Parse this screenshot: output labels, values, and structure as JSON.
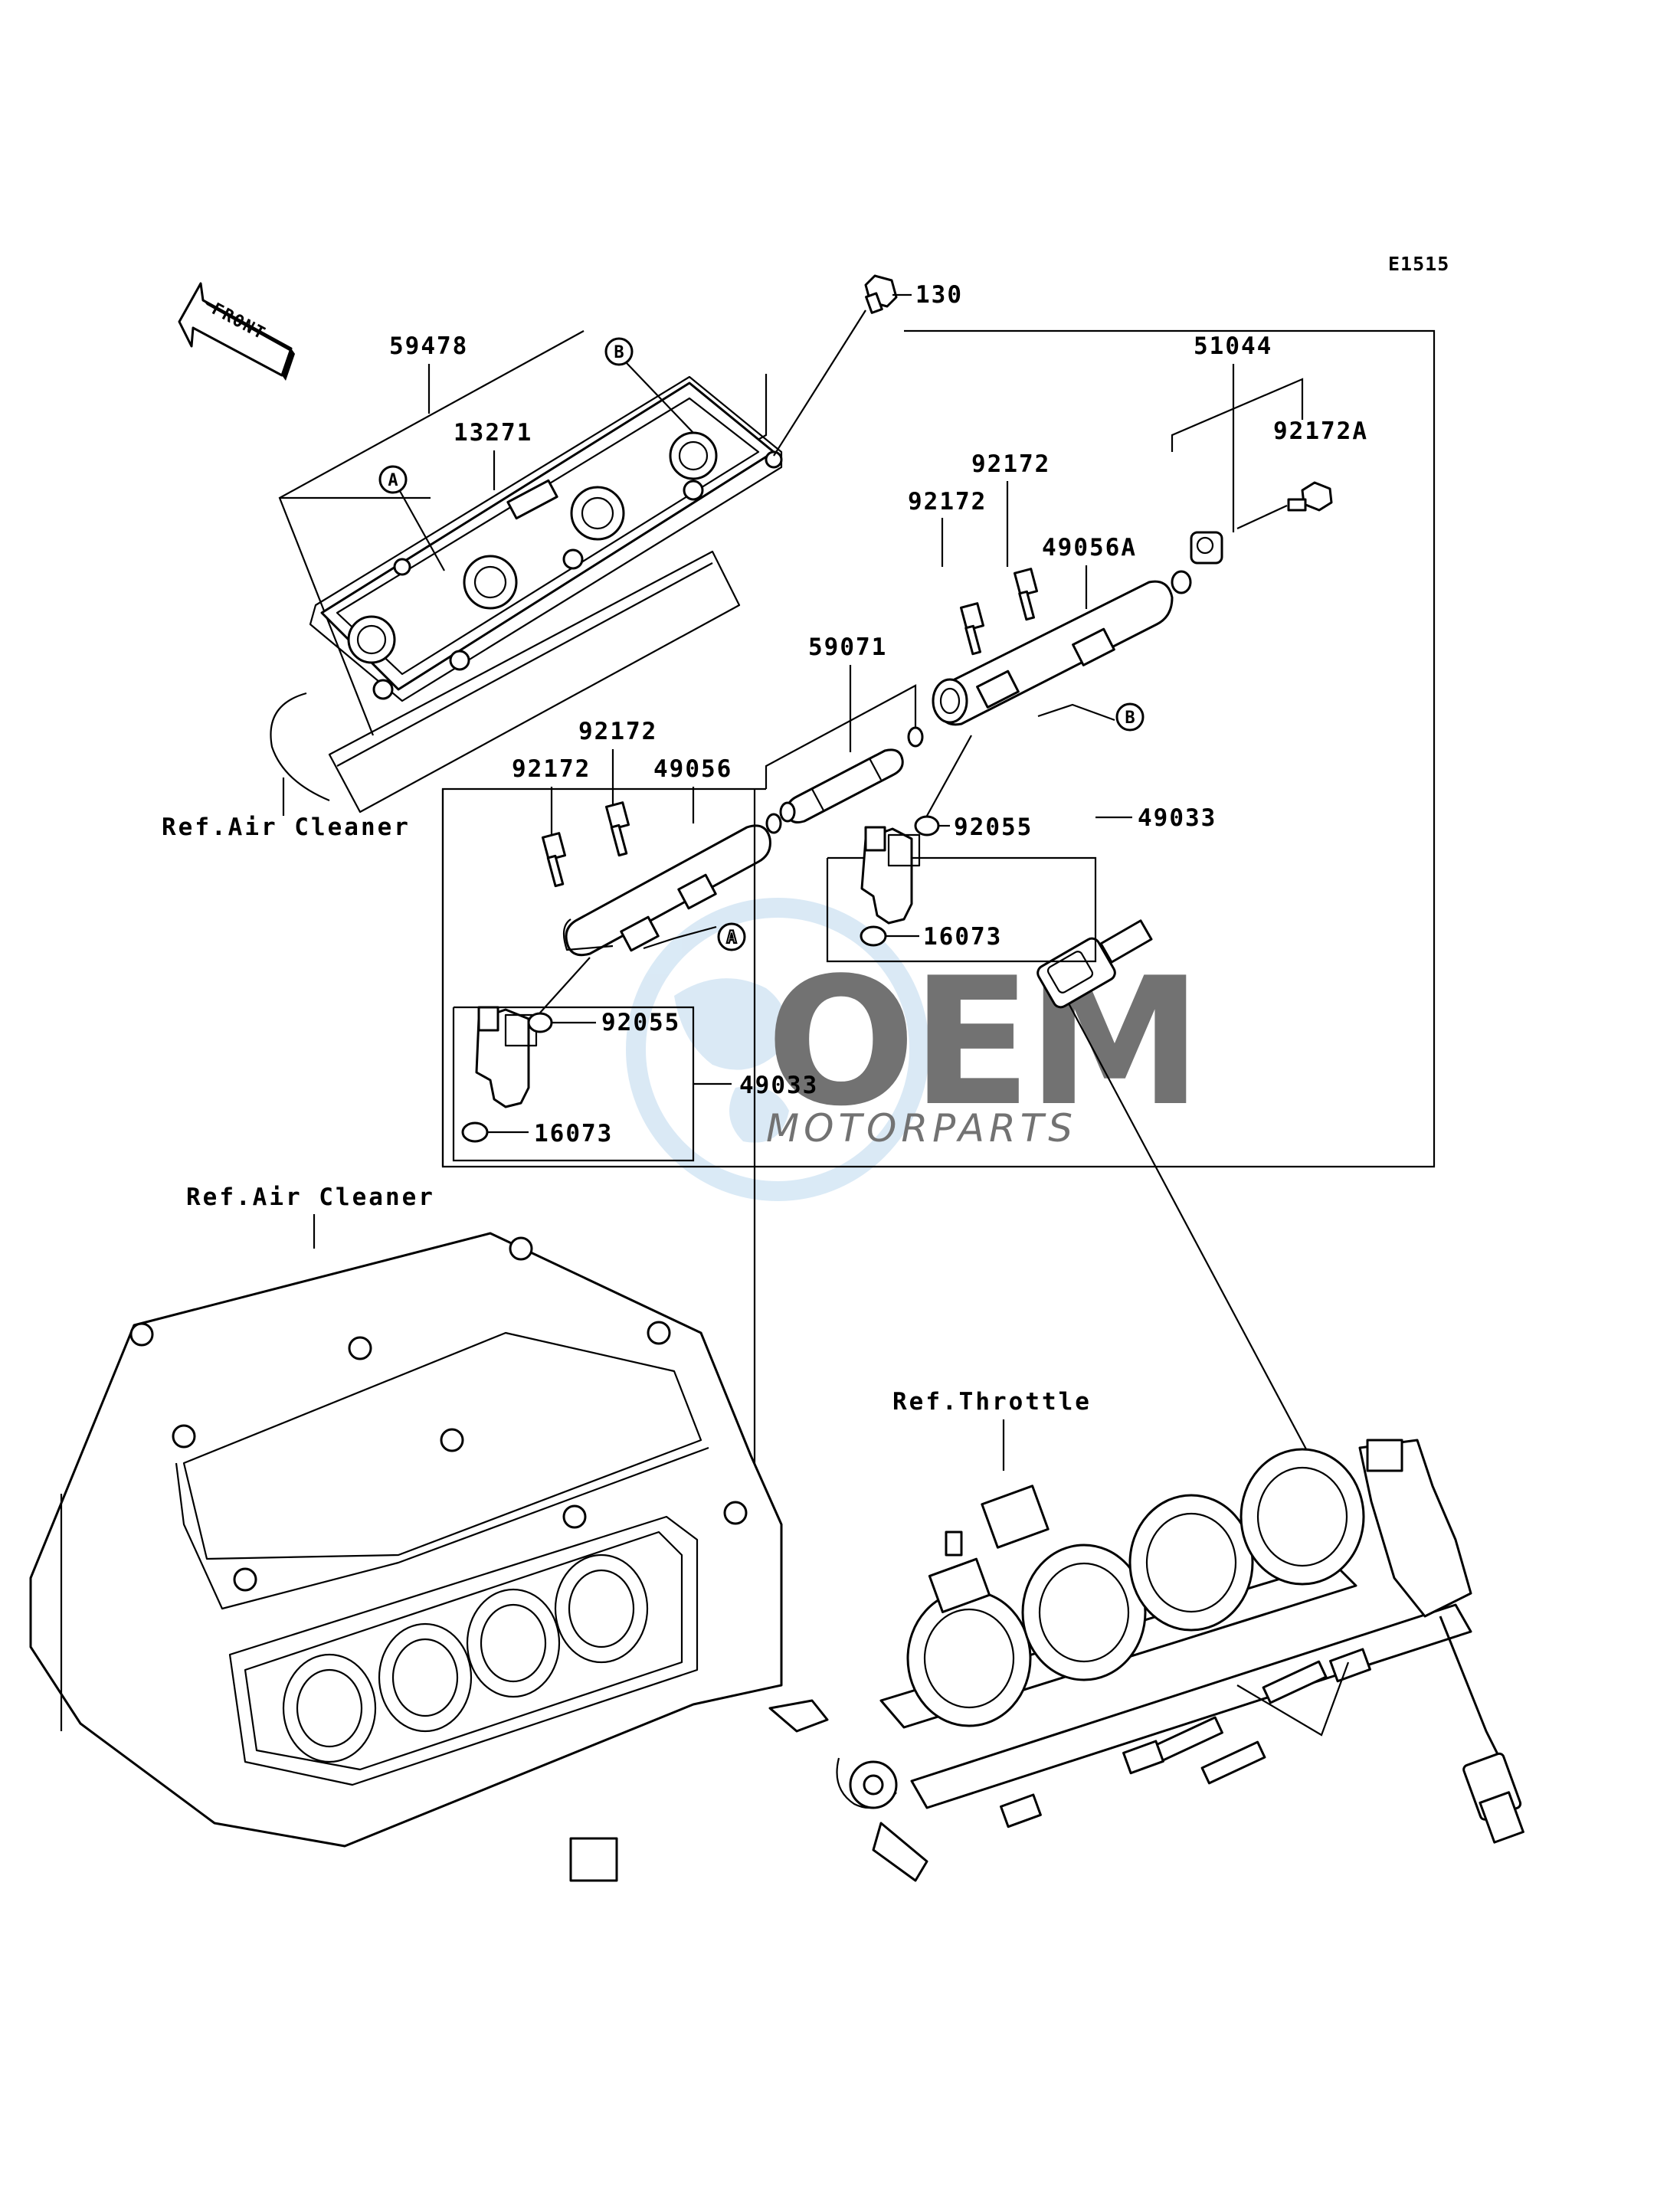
{
  "diagram": {
    "code": "E1515",
    "front_label": "FRONT",
    "watermark": {
      "logo_text": "OEM",
      "sub_text": "MOTORPARTS",
      "color": "#bcd8ee"
    },
    "refs": {
      "air_cleaner_top": "Ref.Air Cleaner",
      "air_cleaner_main": "Ref.Air Cleaner",
      "throttle": "Ref.Throttle"
    },
    "callouts": {
      "a_upper": "A",
      "b_upper": "B",
      "a_lower": "A",
      "b_lower": "B"
    },
    "parts": {
      "p130": "130",
      "p59478": "59478",
      "p13271": "13271",
      "p51044": "51044",
      "p92172A": "92172A",
      "p92172_a": "92172",
      "p92172_b": "92172",
      "p49056A": "49056A",
      "p59071": "59071",
      "p92172_c": "92172",
      "p92172_d": "92172",
      "p49056": "49056",
      "p49033_upper": "49033",
      "p92055_upper": "92055",
      "p16073_upper": "16073",
      "p92055_lower": "92055",
      "p49033_lower": "49033",
      "p16073_lower": "16073"
    }
  }
}
